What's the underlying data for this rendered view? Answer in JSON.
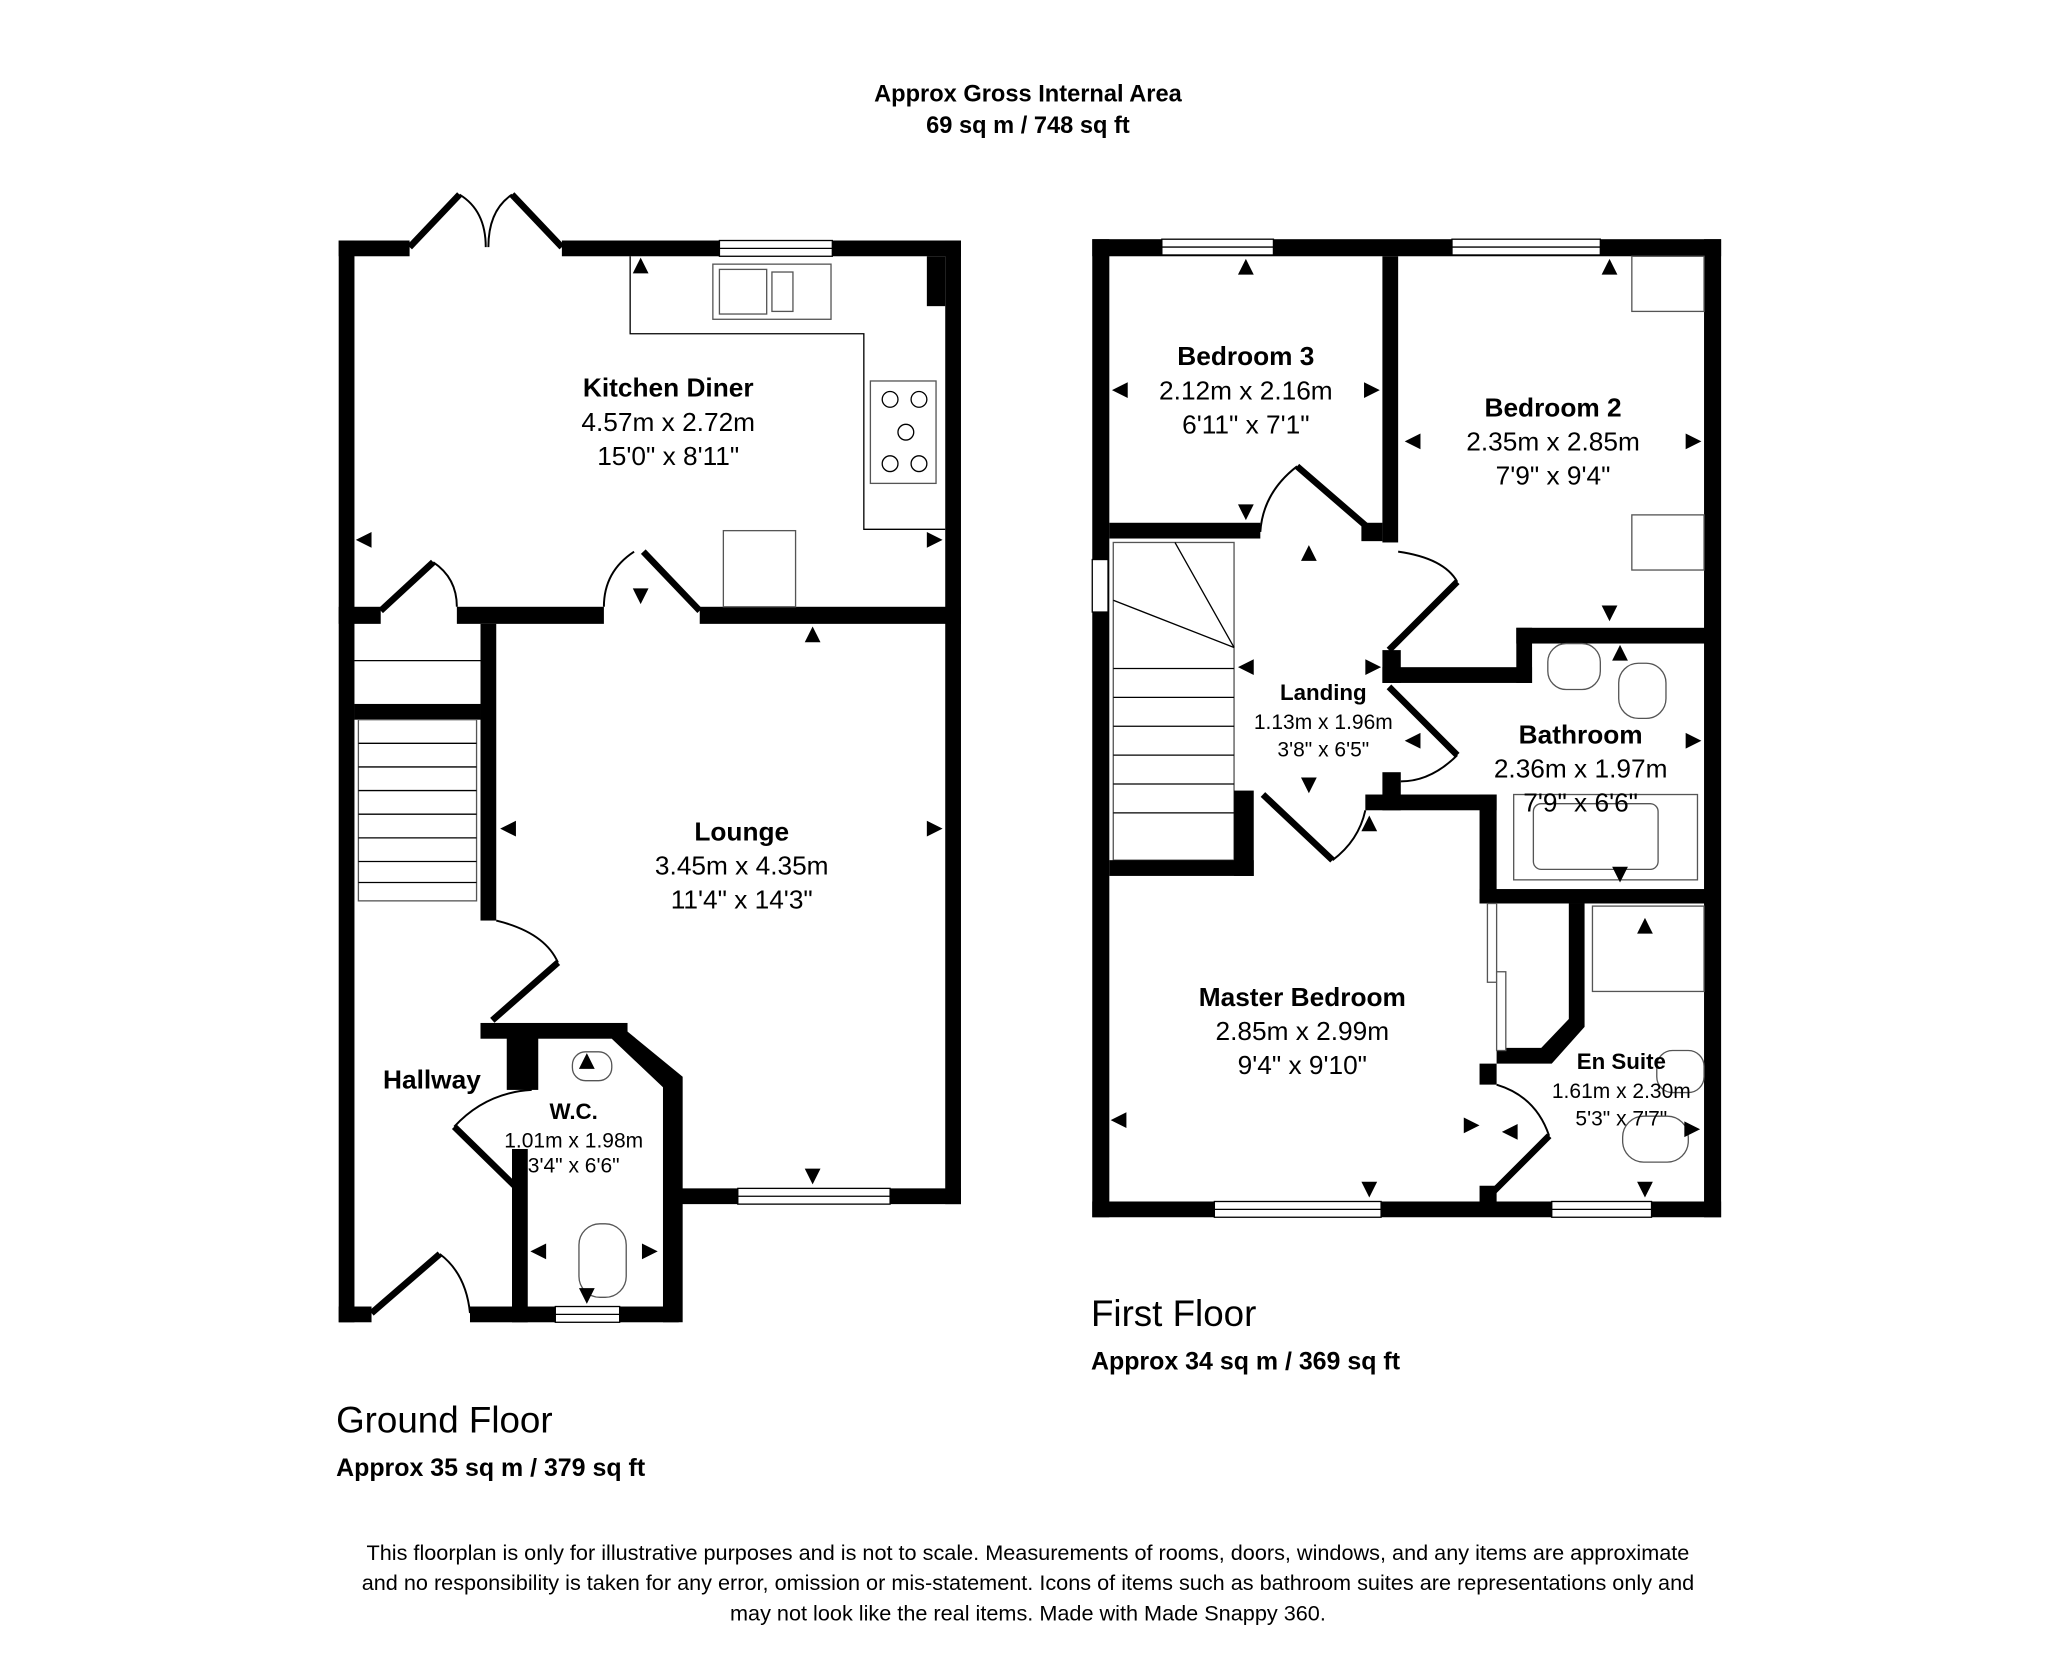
{
  "header": {
    "title": "Approx Gross Internal Area",
    "total_area": "69 sq m / 748 sq ft"
  },
  "ground_floor": {
    "label": "Ground Floor",
    "area": "Approx 35 sq m / 379 sq ft",
    "rooms": {
      "kitchen": {
        "name": "Kitchen Diner",
        "metric": "4.57m x 2.72m",
        "imperial": "15'0\" x 8'11\""
      },
      "lounge": {
        "name": "Lounge",
        "metric": "3.45m x 4.35m",
        "imperial": "11'4\" x 14'3\""
      },
      "hallway": {
        "name": "Hallway"
      },
      "wc": {
        "name": "W.C.",
        "metric": "1.01m x 1.98m",
        "imperial": "3'4\" x 6'6\""
      }
    }
  },
  "first_floor": {
    "label": "First Floor",
    "area": "Approx 34 sq m / 369 sq ft",
    "rooms": {
      "bedroom3": {
        "name": "Bedroom 3",
        "metric": "2.12m x 2.16m",
        "imperial": "6'11\" x 7'1\""
      },
      "bedroom2": {
        "name": "Bedroom 2",
        "metric": "2.35m x 2.85m",
        "imperial": "7'9\" x 9'4\""
      },
      "landing": {
        "name": "Landing",
        "metric": "1.13m x 1.96m",
        "imperial": "3'8\" x 6'5\""
      },
      "bathroom": {
        "name": "Bathroom",
        "metric": "2.36m x 1.97m",
        "imperial": "7'9\" x 6'6\""
      },
      "master": {
        "name": "Master Bedroom",
        "metric": "2.85m x 2.99m",
        "imperial": "9'4\" x 9'10\""
      },
      "ensuite": {
        "name": "En Suite",
        "metric": "1.61m x 2.30m",
        "imperial": "5'3\" x 7'7\""
      }
    }
  },
  "disclaimer": {
    "line1": "This floorplan is only for illustrative purposes and is not to scale. Measurements of rooms, doors, windows, and any items are approximate",
    "line2": "and no responsibility is taken for any error, omission or mis-statement. Icons of items such as bathroom suites are representations only and",
    "line3": "may not look like the real items. Made with Made Snappy 360."
  }
}
